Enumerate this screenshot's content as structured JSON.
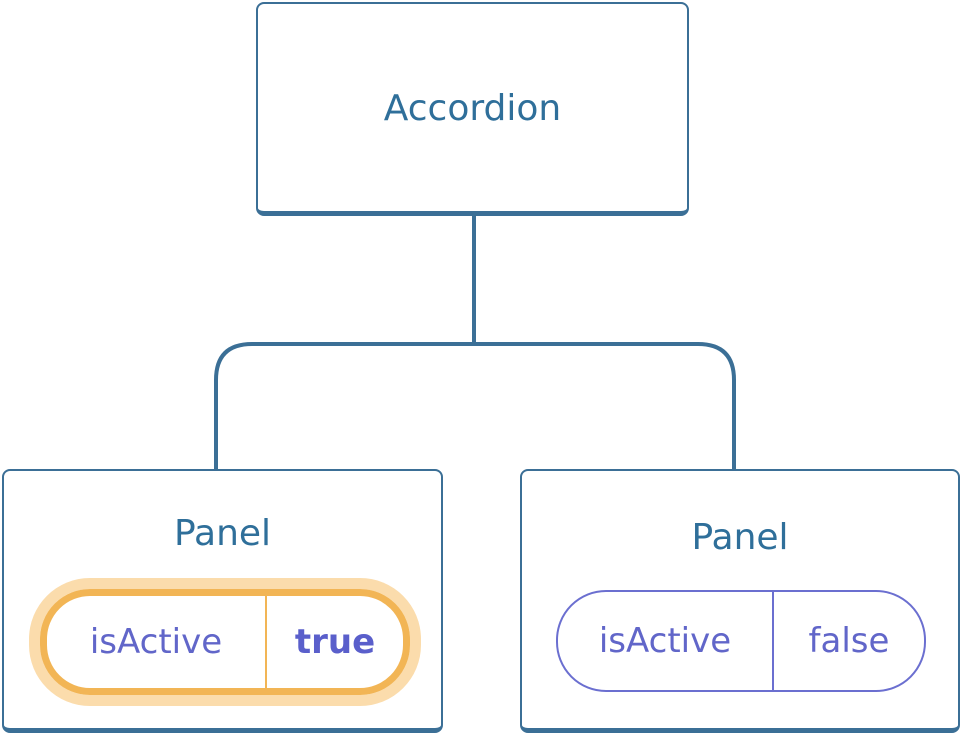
{
  "root": {
    "label": "Accordion"
  },
  "panels": [
    {
      "label": "Panel",
      "prop_key": "isActive",
      "prop_value": "true",
      "highlighted": true
    },
    {
      "label": "Panel",
      "prop_key": "isActive",
      "prop_value": "false",
      "highlighted": false
    }
  ],
  "colors": {
    "node_border": "#3b6f96",
    "title_text": "#2f6f9a",
    "prop_text": "#6166c9",
    "highlight_border": "#f2b555",
    "highlight_glow": "#fbdcac",
    "sparkle": "#f5b34e"
  }
}
